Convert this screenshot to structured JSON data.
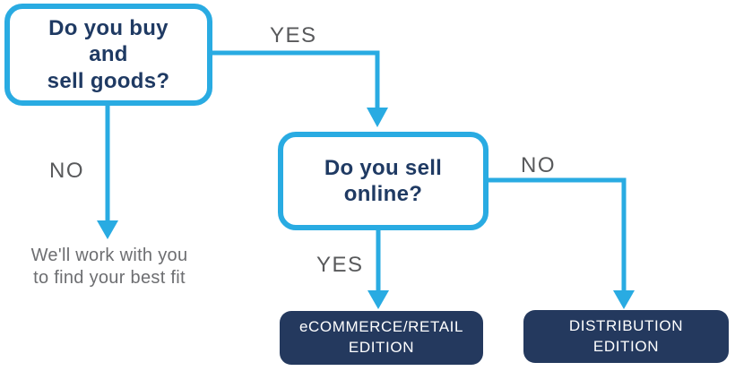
{
  "colors": {
    "accent_blue": "#29ABE2",
    "navy_box": "#24395E",
    "decision_text_navy": "#1F3A63",
    "label_gray": "#58595B",
    "outcome_gray": "#6D6E71",
    "background": "#FFFFFF"
  },
  "flowchart": {
    "question_1": {
      "text": "Do you buy\nand\nsell goods?"
    },
    "question_2": {
      "text": "Do you sell\nonline?"
    },
    "labels": {
      "q1_yes": "YES",
      "q1_no": "NO",
      "q2_yes": "YES",
      "q2_no": "NO"
    },
    "outcome_no_path": {
      "text": "We'll work with you\nto find your best fit"
    },
    "result_ecommerce": {
      "text": "eCOMMERCE/RETAIL\nEDITION"
    },
    "result_distribution": {
      "text": "DISTRIBUTION\nEDITION"
    }
  }
}
